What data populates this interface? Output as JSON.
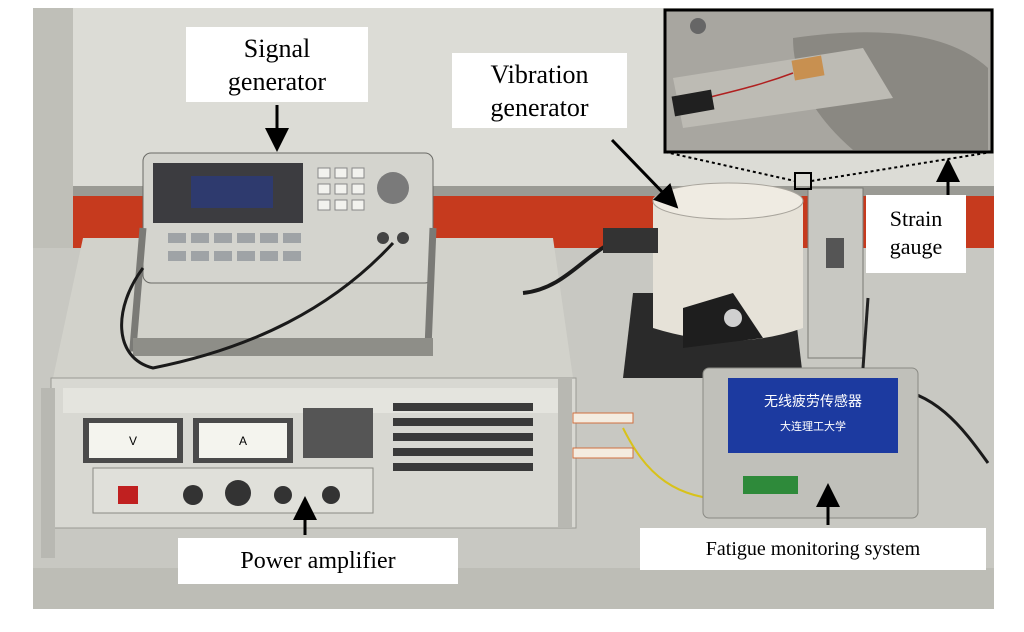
{
  "photo": {
    "description_free": true,
    "accent_colors": {
      "wall": "#dcdcd6",
      "table": "#c8c8c2",
      "red_stripe": "#c63a1e",
      "device_gray": "#cfcfca",
      "dark_gray": "#5a5a5a",
      "screen_blue": "#1a2a6a",
      "sensor_box_label": "#1c3aa0"
    }
  },
  "labels": {
    "signal_generator": {
      "line1": "Signal",
      "line2": "generator"
    },
    "vibration_generator": {
      "line1": "Vibration",
      "line2": "generator"
    },
    "strain_gauge": {
      "line1": "Strain",
      "line2": "gauge"
    },
    "power_amplifier": "Power amplifier",
    "fatigue_monitoring": "Fatigue monitoring system"
  },
  "device_text": {
    "sensor_box_title": "无线疲劳传感器",
    "sensor_box_sub": "大连理工大学",
    "meter_v": "V",
    "meter_a": "A"
  }
}
